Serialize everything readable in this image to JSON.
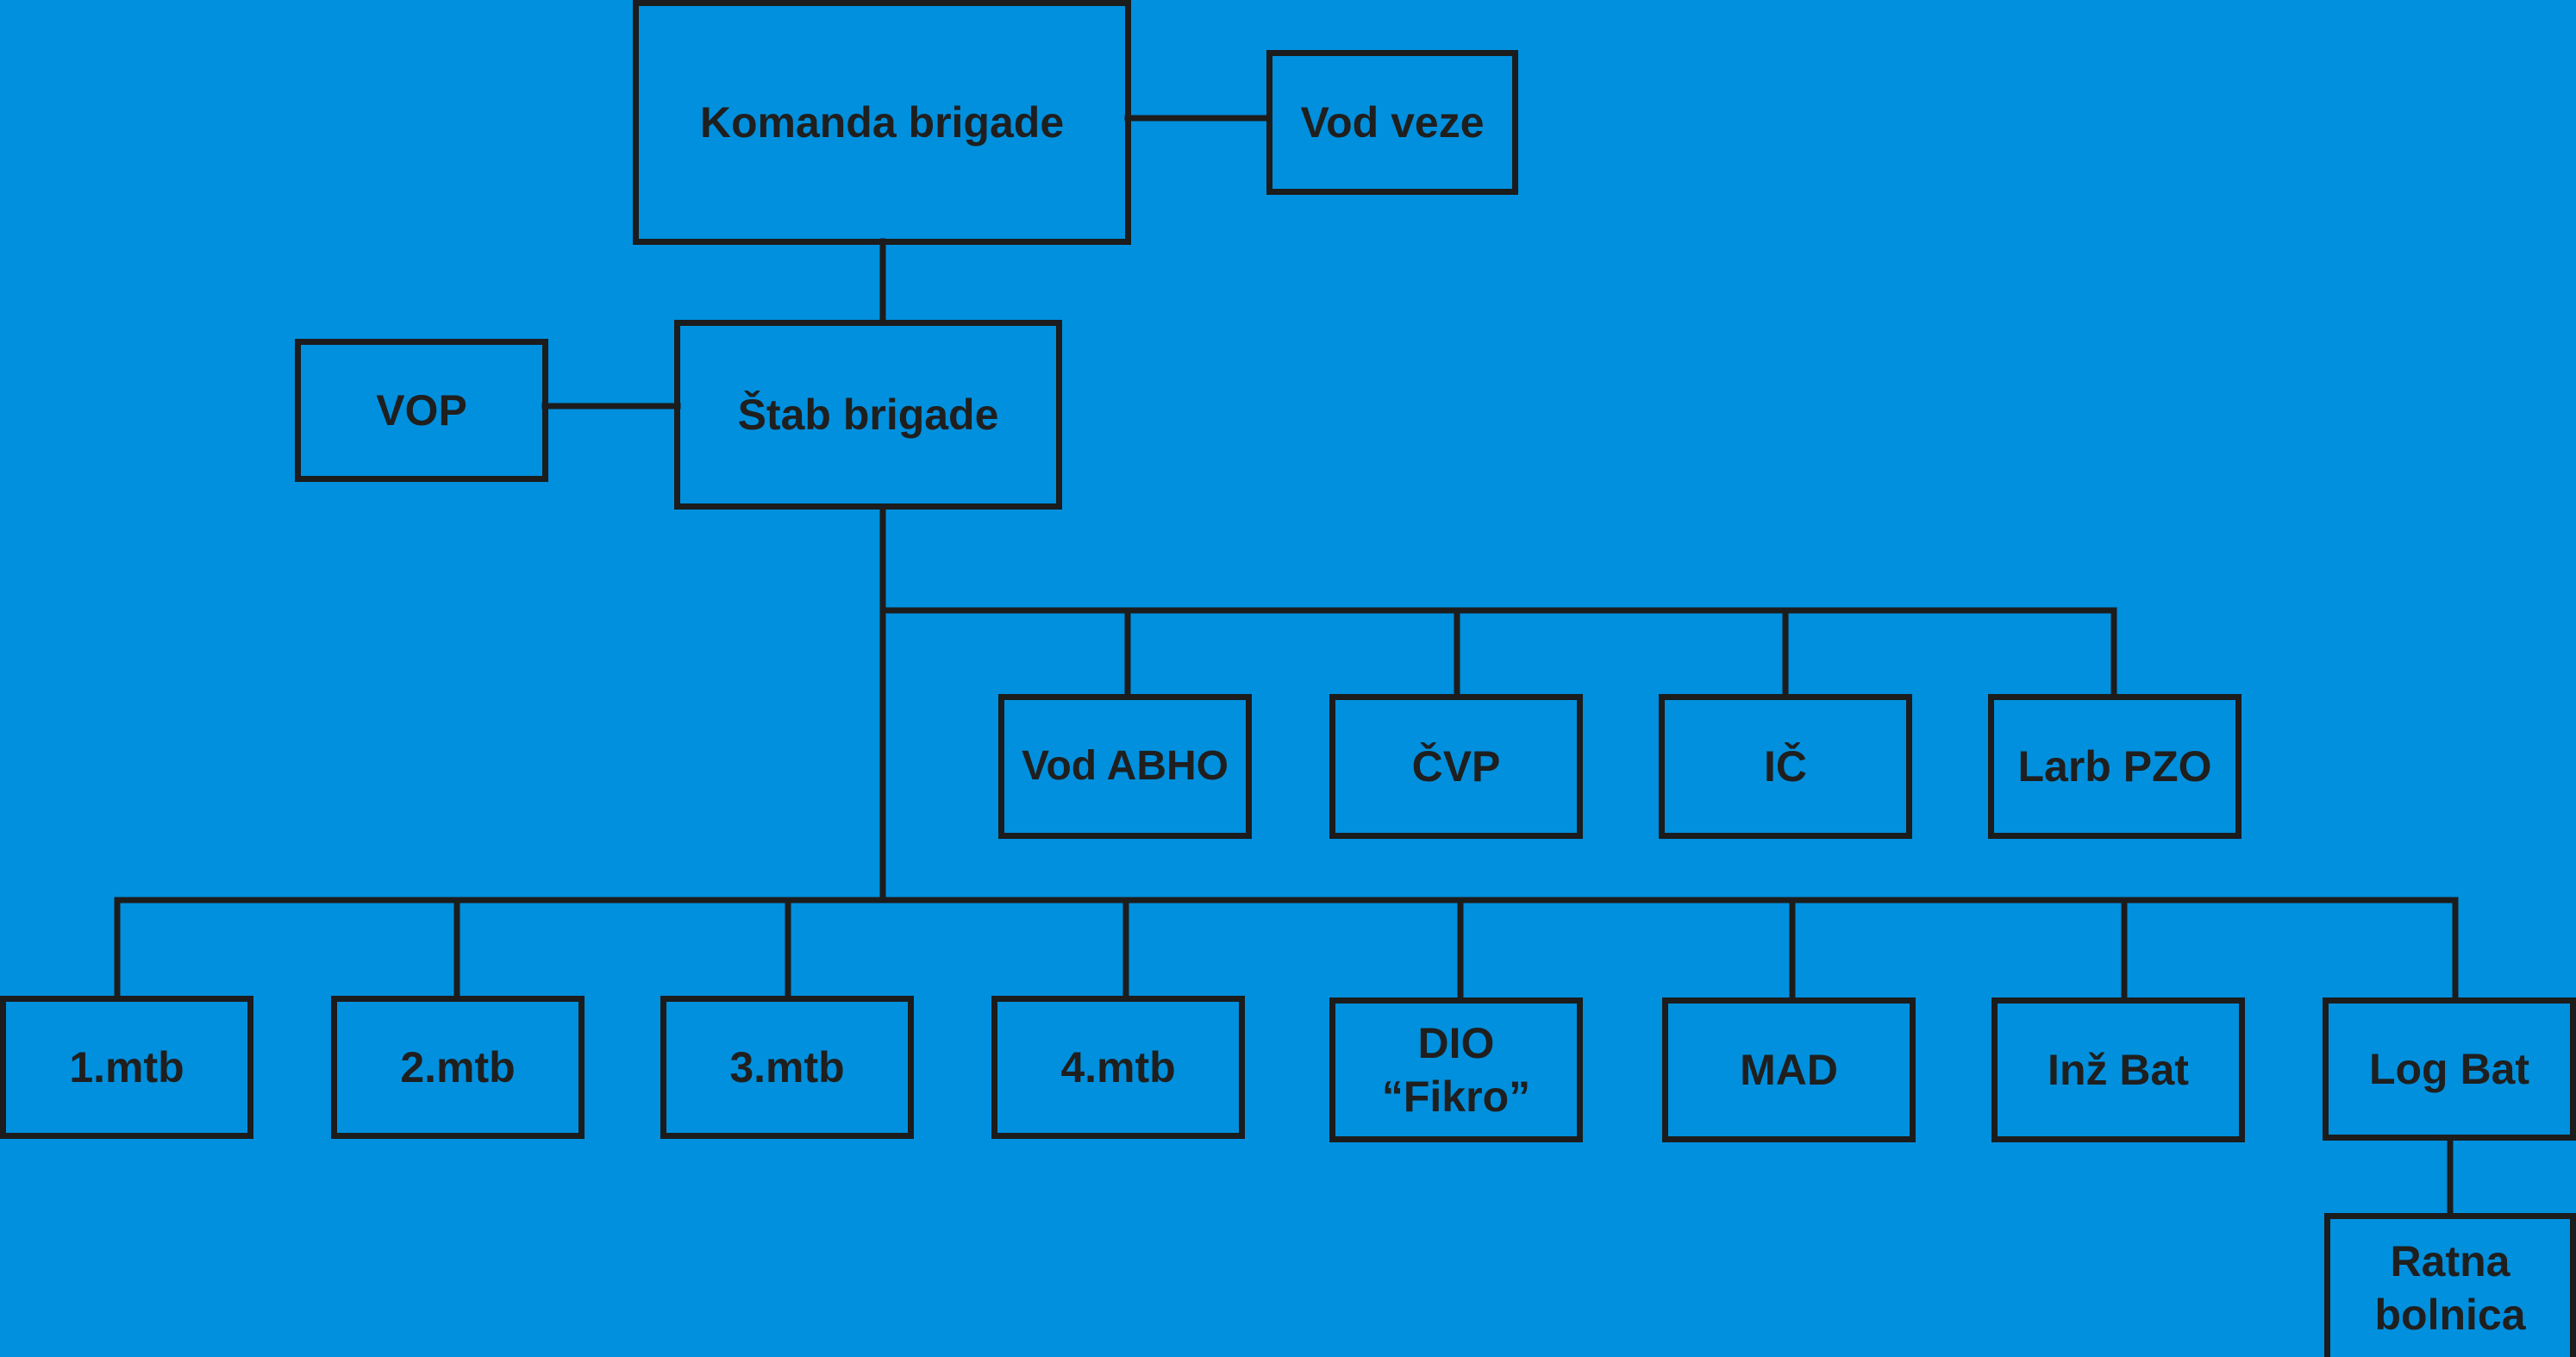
{
  "colors": {
    "background": "#0090DE",
    "line": "#1c1c1c",
    "text": "#1f1f1f"
  },
  "nodes": {
    "komanda": "Komanda brigade",
    "vod_veze": "Vod veze",
    "stab": "Štab brigade",
    "vop": "VOP",
    "vod_abho": "Vod ABHO",
    "cvp": "ČVP",
    "ic": "IČ",
    "larb_pzo": "Larb PZO",
    "mtb1": "1.mtb",
    "mtb2": "2.mtb",
    "mtb3": "3.mtb",
    "mtb4": "4.mtb",
    "dio_fikro": "DIO\n“Fikro”",
    "mad": "MAD",
    "inz_bat": "Inž Bat",
    "log_bat": "Log Bat",
    "ratna_bolnica": "Ratna\nbolnica"
  }
}
